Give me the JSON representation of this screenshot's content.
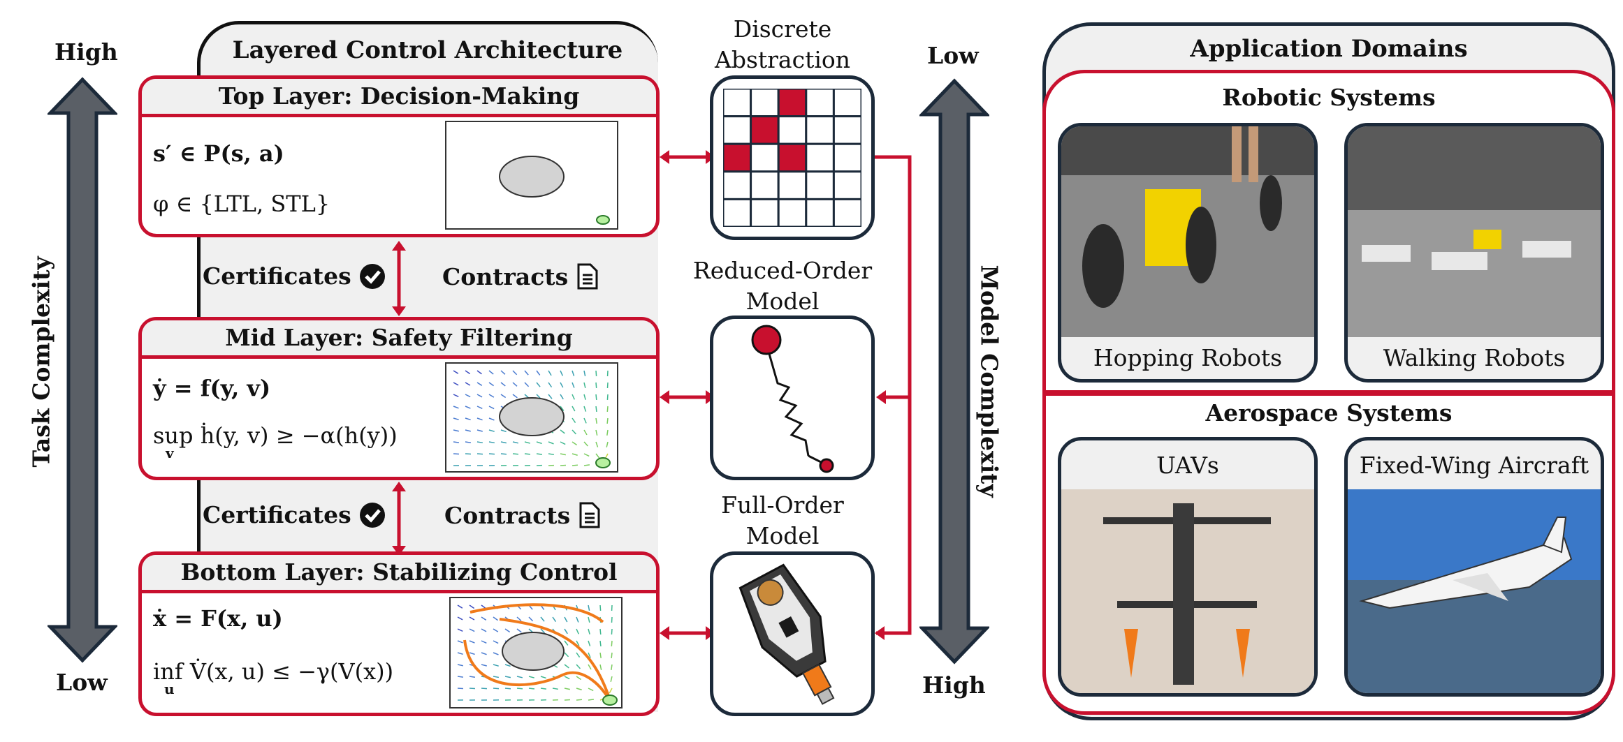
{
  "architecture": {
    "title": "Layered Control Architecture",
    "task_axis": {
      "label": "Task Complexity",
      "top": "High",
      "bottom": "Low"
    },
    "model_axis": {
      "label": "Model Complexity",
      "top": "Low",
      "bottom": "High"
    },
    "layers": [
      {
        "title": "Top Layer: Decision-Making",
        "eq1": "s′ ∈ P(s, a)",
        "eq2": "φ ∈ {LTL, STL}"
      },
      {
        "title": "Mid Layer: Safety Filtering",
        "eq1": "ẏ = f(y, v)",
        "eq2": "sup ḣ(y, v) ≥ −α(h(y))",
        "eq2_sub": "v"
      },
      {
        "title": "Bottom Layer: Stabilizing Control",
        "eq1": "ẋ = F(x, u)",
        "eq2": "inf V̇(x, u) ≤ −γ(V(x))",
        "eq2_sub": "u"
      }
    ],
    "links": [
      {
        "certificates": "Certificates",
        "contracts": "Contracts"
      },
      {
        "certificates": "Certificates",
        "contracts": "Contracts"
      }
    ]
  },
  "abstractions": [
    {
      "caption_line1": "Discrete",
      "caption_line2": "Abstraction"
    },
    {
      "caption_line1": "Reduced-Order",
      "caption_line2": "Model"
    },
    {
      "caption_line1": "Full-Order",
      "caption_line2": "Model"
    }
  ],
  "grid_filled_cells": [
    [
      0,
      2
    ],
    [
      1,
      1
    ],
    [
      2,
      0
    ],
    [
      2,
      2
    ]
  ],
  "applications": {
    "title": "Application Domains",
    "robotic": {
      "title": "Robotic Systems",
      "cards": [
        "Hopping Robots",
        "Walking Robots"
      ]
    },
    "aerospace": {
      "title": "Aerospace Systems",
      "cards": [
        "UAVs",
        "Fixed-Wing Aircraft"
      ]
    }
  },
  "colors": {
    "accent_red": "#c8102e",
    "dark": "#1c2a3a",
    "panel_gray": "#f0f0f0",
    "arrow_gray": "#5a5f66"
  }
}
